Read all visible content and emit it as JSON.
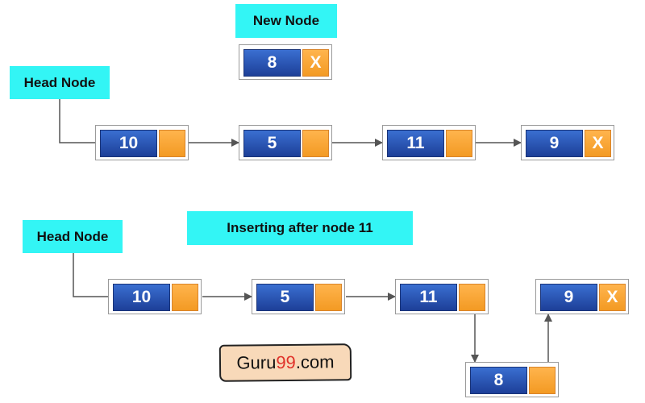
{
  "top": {
    "new_node_label": "New Node",
    "new_node": {
      "value": "8",
      "pointer": "X"
    },
    "head_label": "Head Node",
    "list": [
      {
        "value": "10",
        "pointer": ""
      },
      {
        "value": "5",
        "pointer": ""
      },
      {
        "value": "11",
        "pointer": ""
      },
      {
        "value": "9",
        "pointer": "X"
      }
    ]
  },
  "bottom": {
    "head_label": "Head Node",
    "title": "Inserting after node 11",
    "list": [
      {
        "value": "10",
        "pointer": ""
      },
      {
        "value": "5",
        "pointer": ""
      },
      {
        "value": "11",
        "pointer": ""
      },
      {
        "value": "9",
        "pointer": "X"
      }
    ],
    "inserted": {
      "value": "8",
      "pointer": ""
    }
  },
  "logo": {
    "part1": "Guru",
    "part2": "99",
    "part3": ".com"
  },
  "colors": {
    "label_bg": "#33f5f5",
    "value_box": "#2a56b8",
    "pointer_box": "#f7a43a",
    "arrow": "#555555"
  }
}
